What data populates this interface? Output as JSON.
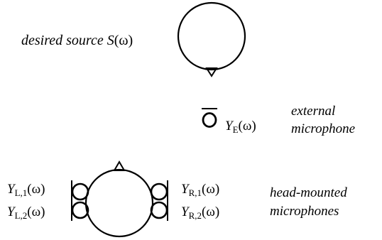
{
  "source": {
    "label": "desired source",
    "symbol": "S",
    "argument": "(ω)"
  },
  "external": {
    "symbol": "Y",
    "subscript": "E",
    "argument": "(ω)",
    "caption_line1": "external",
    "caption_line2": "microphone"
  },
  "head_mounted": {
    "caption_line1": "head-mounted",
    "caption_line2": "microphones",
    "mics": [
      {
        "symbol": "Y",
        "subscript": "L,1",
        "argument": "(ω)"
      },
      {
        "symbol": "Y",
        "subscript": "L,2",
        "argument": "(ω)"
      },
      {
        "symbol": "Y",
        "subscript": "R,1",
        "argument": "(ω)"
      },
      {
        "symbol": "Y",
        "subscript": "R,2",
        "argument": "(ω)"
      }
    ]
  }
}
